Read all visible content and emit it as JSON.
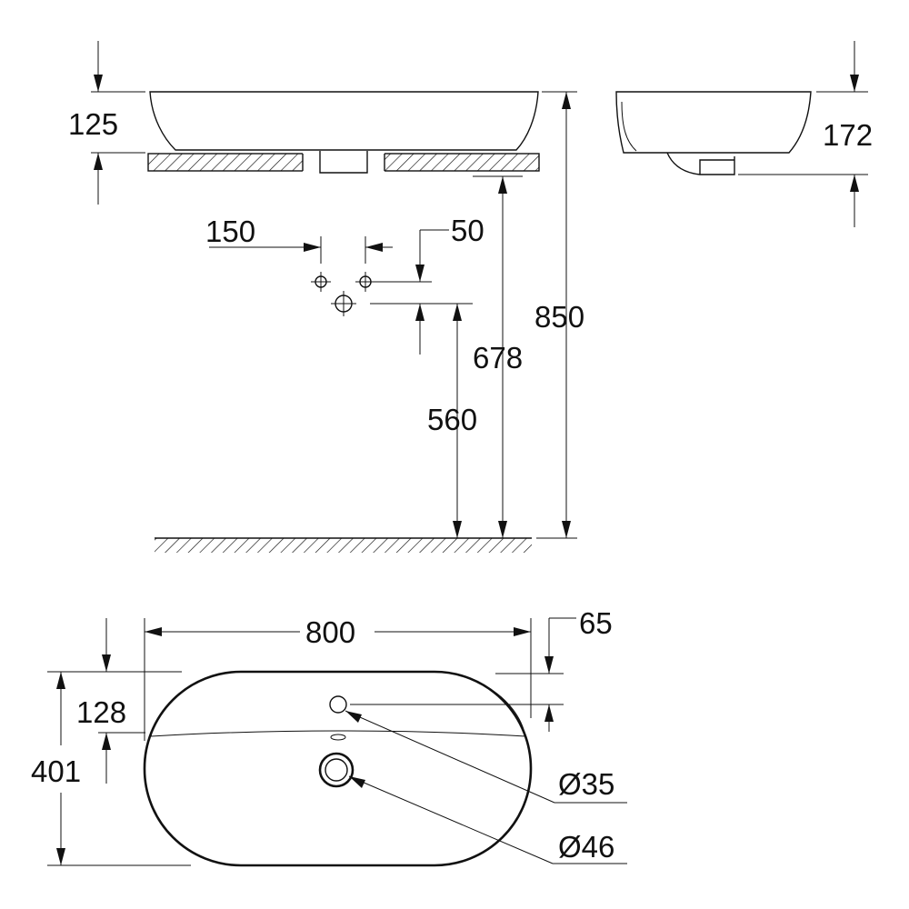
{
  "dimensions": {
    "basin_height": "125",
    "side_height": "172",
    "tap_hole_spacing": "150",
    "tap_hole_offset": "50",
    "total_height": "850",
    "countertop_height": "678",
    "waste_height": "560",
    "width": "800",
    "overflow_offset": "65",
    "depth_offset": "128",
    "depth": "401",
    "overflow_diameter": "Ø35",
    "waste_diameter": "Ø46"
  },
  "colors": {
    "line": "#111111",
    "background": "#ffffff"
  }
}
